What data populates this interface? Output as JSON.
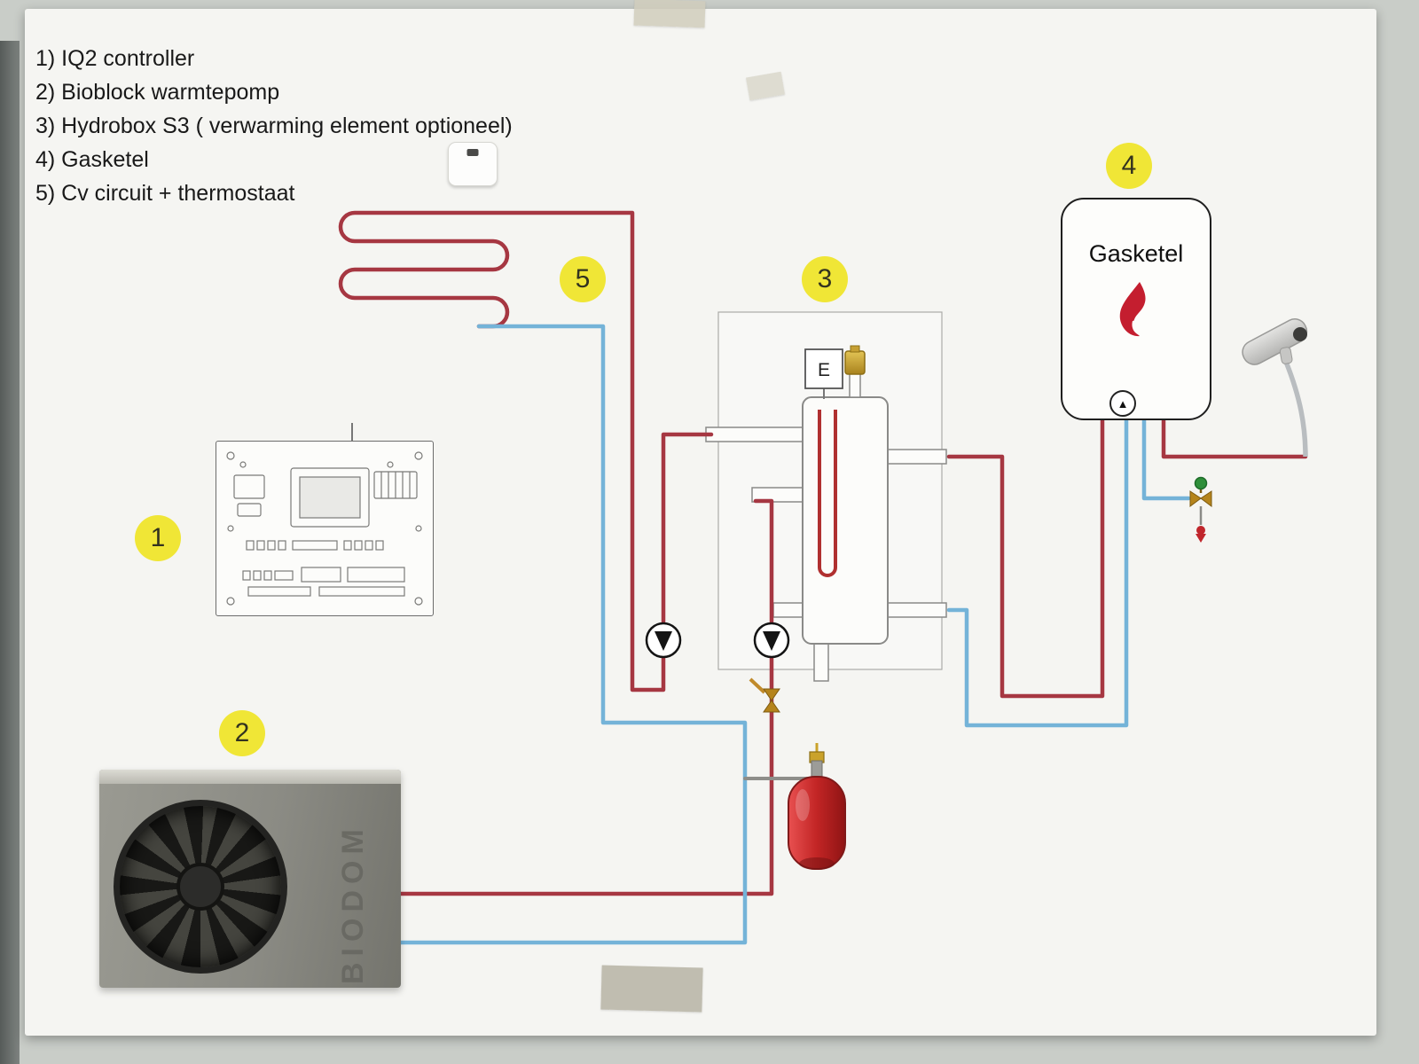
{
  "legend": [
    "1) IQ2 controller",
    "2) Bioblock warmtepomp",
    "3) Hydrobox S3 ( verwarming element optioneel)",
    "4) Gasketel",
    "5) Cv circuit + thermostaat"
  ],
  "markers": [
    "1",
    "2",
    "3",
    "4",
    "5"
  ],
  "boiler": {
    "label": "Gasketel"
  },
  "hydrobox": {
    "element_label": "E"
  },
  "heat_pump": {
    "brand": "BIODOM"
  },
  "colors": {
    "pipe_supply": "#a63742",
    "pipe_return": "#74b3d8",
    "marker_bg": "#f0e636",
    "flame": "#c41e2f",
    "expansion_vessel": "#c62828",
    "paper": "#f5f5f2",
    "wall": "#c9cdc8"
  }
}
